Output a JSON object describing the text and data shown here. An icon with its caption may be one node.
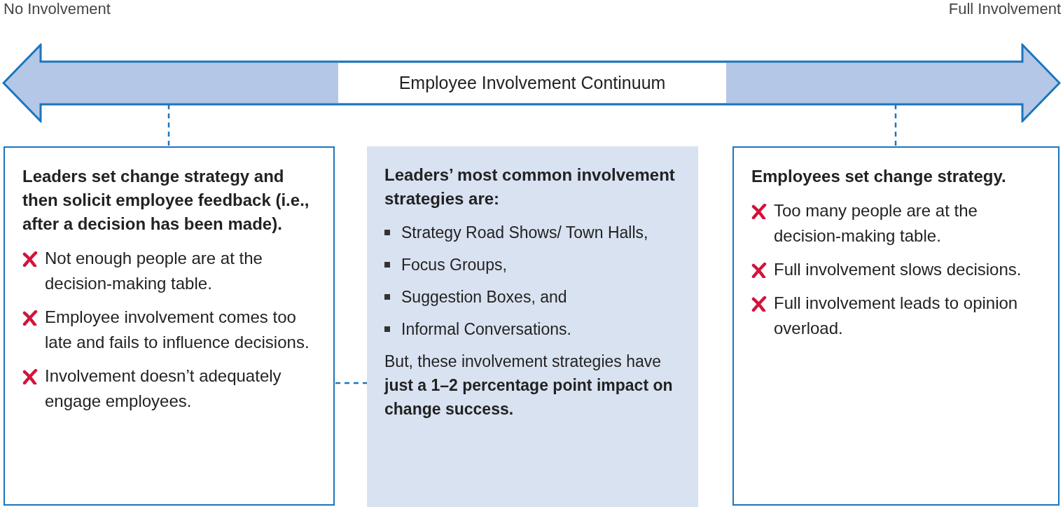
{
  "diagram": {
    "nodes": [
      {
        "text": [
          "Employee Involvement Continuum"
        ]
      },
      {
        "text": [
          "Leaders set change strategy and then solicit employee feedback (i.e., after a decision has been made).",
          "Not enough people are at the decision-making table.",
          "Employee involvement comes too late and fails to influence decisions.",
          "Involvement doesn’t adequately engage employees."
        ]
      },
      {
        "text": [
          "Leaders’ most common involvement strategies are:",
          "Strategy Road Shows/ Town Halls,",
          "Focus Groups,",
          "Suggestion Boxes, and",
          "Informal Conversations.",
          "But, these involvement strategies have **just a 1–2 percentage point impact on change success.**"
        ]
      },
      {
        "text": [
          "Employees set change strategy.",
          "Too many people are at the decision-making table.",
          "Full involvement slows decisions.",
          "Full involvement leads to opinion overload."
        ]
      }
    ],
    "edges": [
      {
        "from": 0,
        "to": 1,
        "arrow": "none",
        "style": "dashed"
      },
      {
        "from": 0,
        "to": 3,
        "arrow": "none",
        "style": "dashed"
      },
      {
        "from": 1,
        "to": 2,
        "arrow": "none",
        "style": "dashed"
      }
    ],
    "labels": [
      "No Involvement",
      "Full Involvement"
    ]
  }
}
